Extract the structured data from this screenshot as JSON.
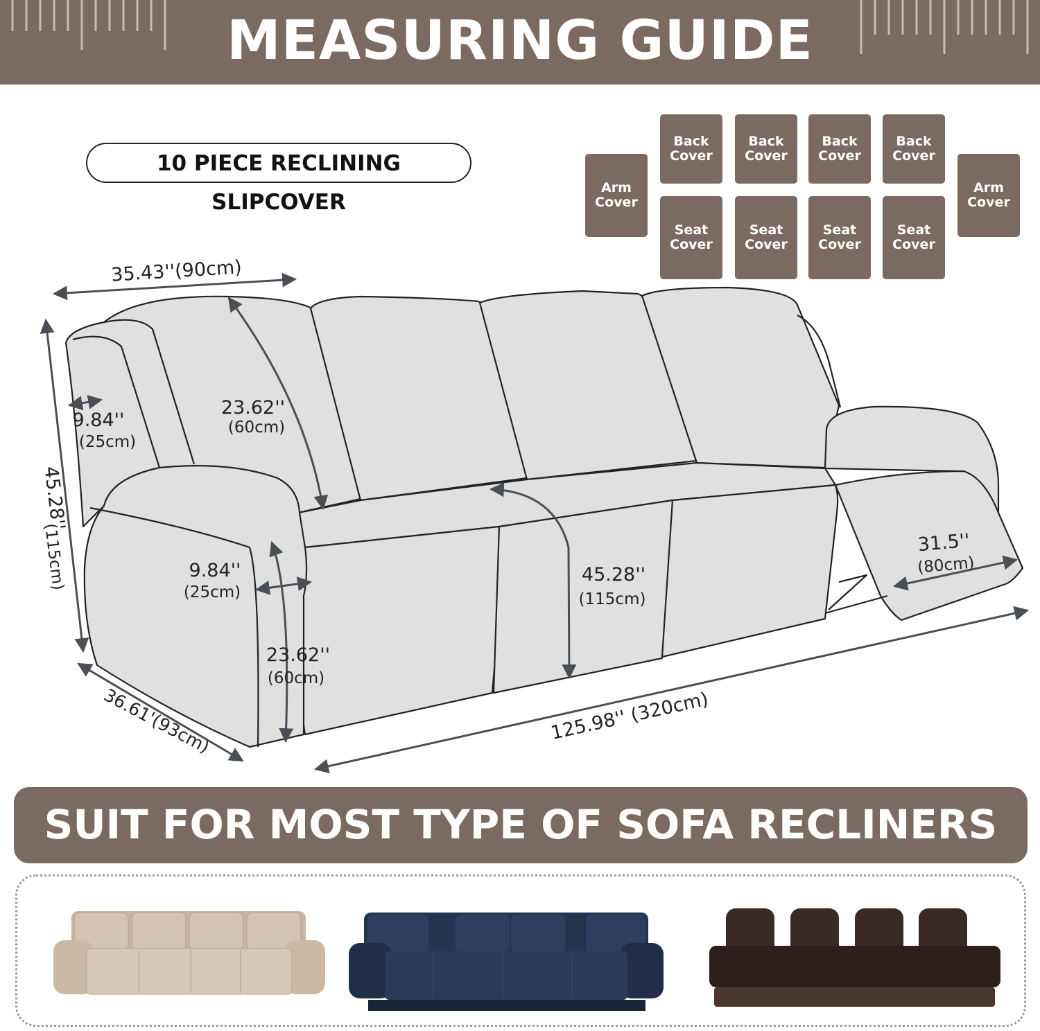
{
  "header": {
    "title": "MEASURING GUIDE"
  },
  "badge": {
    "label": "10 PIECE RECLINING SLIPCOVER"
  },
  "pieces": {
    "arm_left": "Arm Cover",
    "arm_right": "Arm Cover",
    "back": [
      "Back Cover",
      "Back Cover",
      "Back Cover",
      "Back Cover"
    ],
    "seat": [
      "Seat Cover",
      "Seat Cover",
      "Seat Cover",
      "Seat Cover"
    ]
  },
  "dimensions": {
    "back_width": "35.43''(90cm)",
    "total_height_in": "45.28''",
    "total_height_cm": "(115cm)",
    "arm_width_in": "9.84''",
    "arm_width_cm": "(25cm)",
    "back_height_in": "23.62''",
    "back_height_cm": "(60cm)",
    "front_arm_width_in": "9.84''",
    "front_arm_width_cm": "(25cm)",
    "seat_depth_in": "45.28''",
    "seat_depth_cm": "(115cm)",
    "front_arm_height_in": "23.62''",
    "front_arm_height_cm": "(60cm)",
    "footrest_in": "31.5''",
    "footrest_cm": "(80cm)",
    "side_depth": "36.61'(93cm)",
    "total_length": "125.98'' (320cm)"
  },
  "banner": {
    "text": "SUIT FOR MOST TYPE OF SOFA RECLINERS"
  },
  "colors": {
    "brand": "#7b6a61",
    "sofa_fill": "#e0e0e0",
    "line": "#4a4f55"
  }
}
